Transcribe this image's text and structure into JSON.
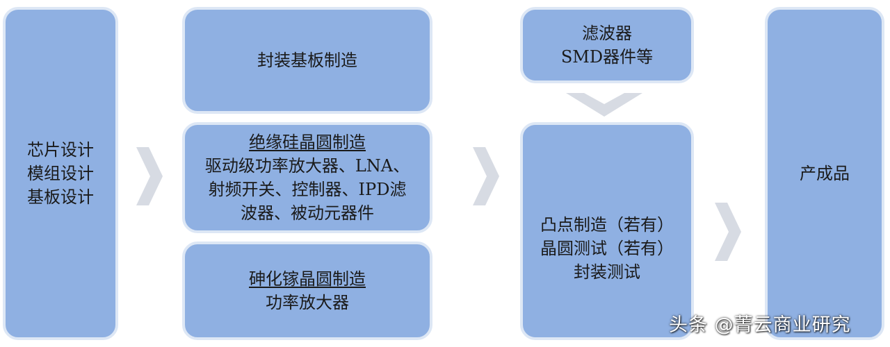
{
  "design": {
    "lines": [
      "芯片设计",
      "模组设计",
      "基板设计"
    ]
  },
  "substrate": {
    "label": "封装基板制造"
  },
  "soi": {
    "title": "绝缘硅晶圆制造",
    "lines": [
      "驱动级功率放大器、LNA、",
      "射频开关、控制器、IPD滤",
      "波器、被动元器件"
    ]
  },
  "gaas": {
    "title": "砷化镓晶圆制造",
    "lines": [
      "功率放大器"
    ]
  },
  "filter": {
    "lines": [
      "滤波器",
      "SMD器件等"
    ]
  },
  "packaging": {
    "lines": [
      "凸点制造（若有）",
      "晶圆测试（若有）",
      "封装测试"
    ]
  },
  "product": {
    "label": "产成品"
  },
  "watermark": "头条 @菁云商业研究",
  "colors": {
    "box_fill": "#8fb0e2",
    "box_border": "#dde7f5",
    "arrow": "#d7dbe3"
  },
  "icons": {
    "flow_arrow": "chevron-right-icon",
    "merge_arrow": "chevron-down-icon"
  }
}
